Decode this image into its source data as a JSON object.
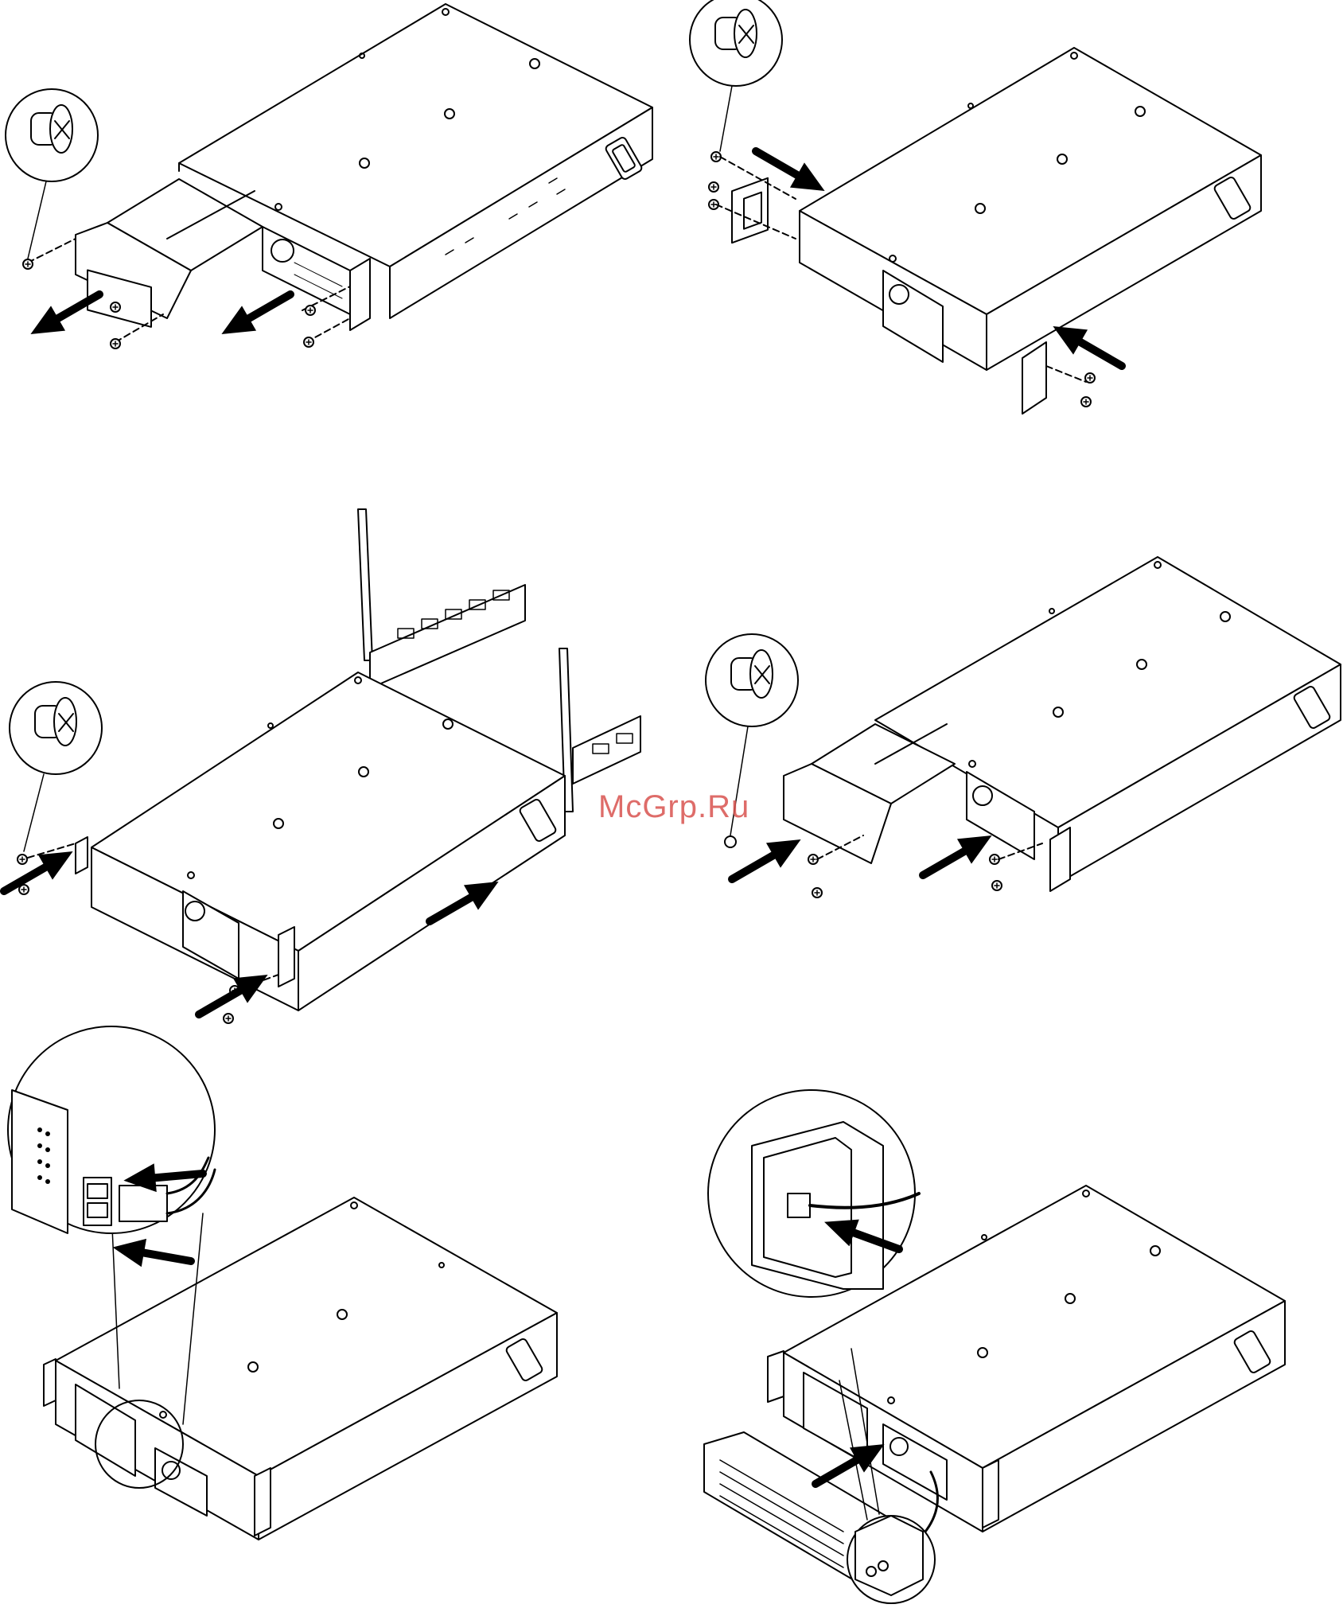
{
  "watermark": {
    "text": "McGrp.Ru",
    "color": "#d9534f"
  },
  "colors": {
    "line": "#000000",
    "background": "#ffffff"
  },
  "panels": [
    {
      "id": "remove-battery-and-electronics",
      "icons": [
        "screw-detail-icon",
        "pull-out-arrow-icon",
        "pull-out-arrow-icon"
      ]
    },
    {
      "id": "attach-rack-ears",
      "icons": [
        "screw-detail-icon",
        "push-in-arrow-icon",
        "push-in-arrow-icon"
      ]
    },
    {
      "id": "install-chassis-in-rack",
      "icons": [
        "screw-detail-icon",
        "push-in-arrow-icon",
        "push-in-arrow-icon",
        "push-in-arrow-icon"
      ]
    },
    {
      "id": "reinstall-battery-and-electronics",
      "icons": [
        "screw-detail-icon",
        "push-in-arrow-icon",
        "push-in-arrow-icon"
      ]
    },
    {
      "id": "connect-battery-connector",
      "icons": [
        "connector-detail-icon",
        "push-in-arrow-icon",
        "push-in-arrow-icon"
      ]
    },
    {
      "id": "attach-front-bezel",
      "icons": [
        "bezel-connector-detail-icon",
        "push-in-arrow-icon",
        "push-in-arrow-icon"
      ]
    }
  ]
}
